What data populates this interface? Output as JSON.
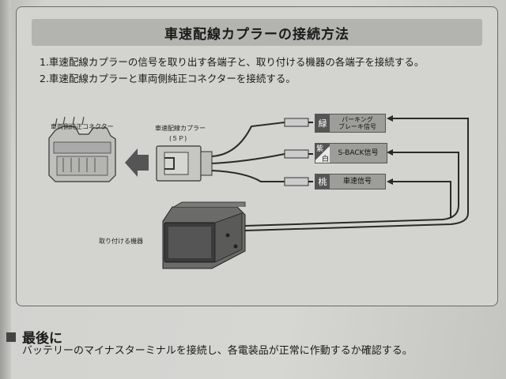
{
  "title": "車速配線カプラーの接続方法",
  "steps": [
    "1.車速配線カプラーの信号を取り出す各端子と、取り付ける機器の各端子を接続する。",
    "2.車速配線カプラーと車両側純正コネクターを接続する。"
  ],
  "diagram": {
    "vehicle_connector_label": "車両側純正コネクター",
    "coupler_label": "車速配線カプラー",
    "coupler_pins": "(５Ｐ)",
    "device_label": "取り付ける機器",
    "signals": [
      {
        "color": "緑",
        "name_line1": "パーキング",
        "name_line2": "ブレーキ信号"
      },
      {
        "color_top": "紫",
        "color_bottom": "白",
        "name_line1": "S-BACK信号",
        "name_line2": ""
      },
      {
        "color": "桃",
        "name_line1": "車速信号",
        "name_line2": ""
      }
    ]
  },
  "final": {
    "heading": "最後に",
    "text": "バッテリーのマイナスターミナルを接続し、各電装品が正常に作動するか確認する。"
  },
  "colors": {
    "panel_bg": "#d3d3d0",
    "title_bar": "#b3b3b0",
    "line": "#2a2a2a"
  }
}
